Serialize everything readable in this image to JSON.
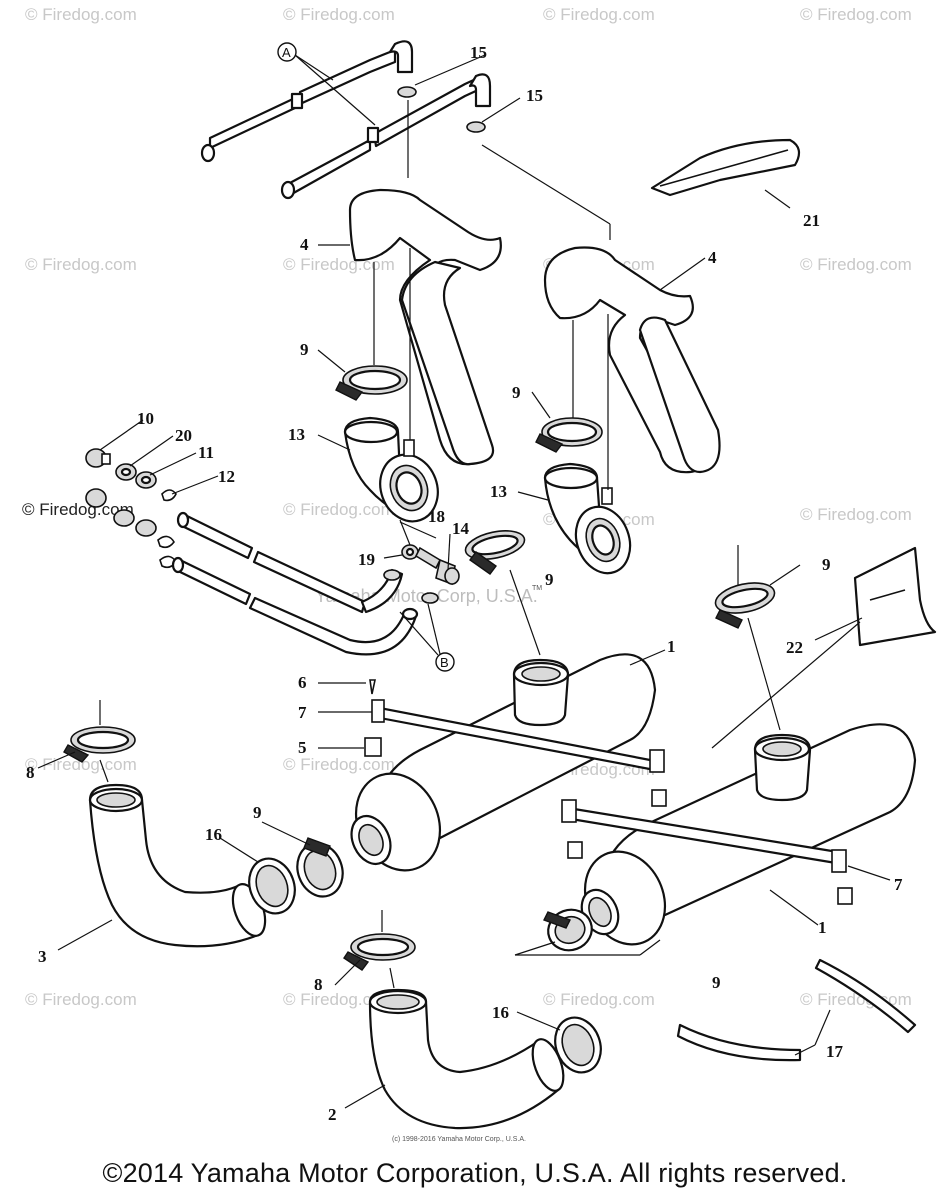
{
  "watermark": {
    "text": "© Firedog.com",
    "dark_text": "© Firedog.com",
    "center_text": "Yamaha Motor Corp, U.S.A.",
    "tm": "TM",
    "fine_print": "(c) 1998-2016 Yamaha Motor Corp., U.S.A."
  },
  "reference_letters": [
    "A",
    "B"
  ],
  "callouts": [
    "1",
    "1",
    "2",
    "3",
    "4",
    "4",
    "5",
    "6",
    "7",
    "7",
    "8",
    "8",
    "9",
    "9",
    "9",
    "9",
    "9",
    "9",
    "10",
    "11",
    "12",
    "13",
    "13",
    "14",
    "15",
    "15",
    "16",
    "16",
    "17",
    "18",
    "19",
    "20",
    "21",
    "22"
  ],
  "footer": {
    "copyright": "©2014 Yamaha Motor Corporation, U.S.A. All rights reserved."
  }
}
